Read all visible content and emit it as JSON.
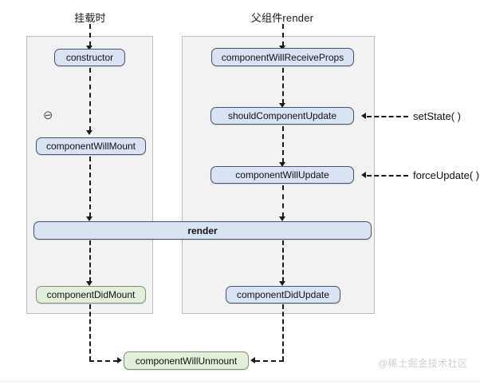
{
  "diagram": {
    "title_left": "挂载时",
    "title_right": "父组件render",
    "columns": [
      {
        "name": "mounting",
        "title": "挂载时",
        "nodes": [
          {
            "label": "constructor",
            "style": "blue"
          },
          {
            "label": "componentWillMount",
            "style": "blue"
          },
          {
            "label": "componentDidMount",
            "style": "green"
          }
        ]
      },
      {
        "name": "updating",
        "title": "父组件render",
        "nodes": [
          {
            "label": "componentWillReceiveProps",
            "style": "blue"
          },
          {
            "label": "shouldComponentUpdate",
            "style": "blue"
          },
          {
            "label": "componentWillUpdate",
            "style": "blue"
          },
          {
            "label": "componentDidUpdate",
            "style": "blue"
          }
        ]
      }
    ],
    "shared": [
      {
        "label": "render",
        "style": "blue-bold"
      },
      {
        "label": "componentWillUnmount",
        "style": "green"
      }
    ],
    "triggers": [
      {
        "label": "setState( )",
        "target": "shouldComponentUpdate"
      },
      {
        "label": "forceUpdate( )",
        "target": "componentWillUpdate"
      }
    ],
    "watermark": "@稀土掘金技术社区",
    "cursor_icon": "zoom-out-magnifier"
  }
}
